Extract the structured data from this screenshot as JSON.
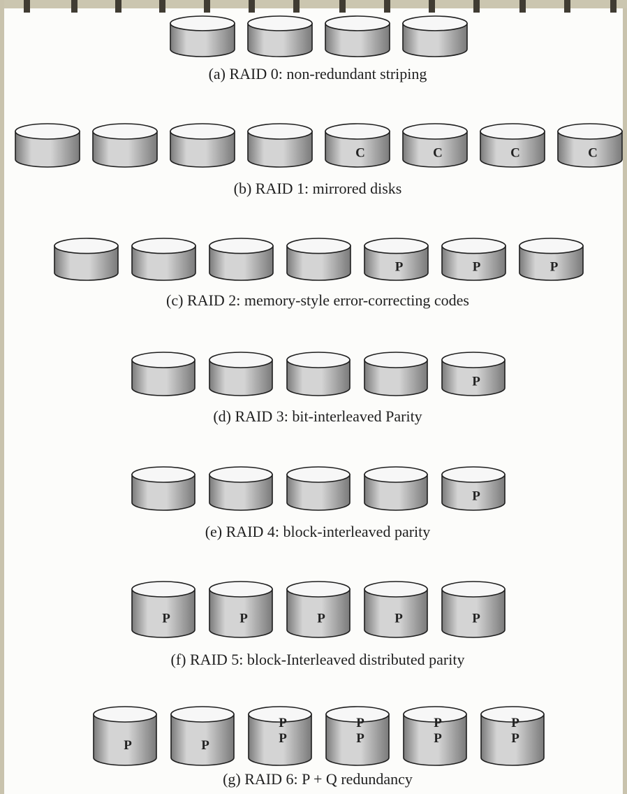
{
  "diagram": {
    "title": "",
    "levels": [
      {
        "caption": "(a) RAID 0: non-redundant striping",
        "disks": [
          {
            "marks": []
          },
          {
            "marks": []
          },
          {
            "marks": []
          },
          {
            "marks": []
          }
        ]
      },
      {
        "caption": "(b) RAID 1: mirrored disks",
        "disks": [
          {
            "marks": []
          },
          {
            "marks": []
          },
          {
            "marks": []
          },
          {
            "marks": []
          },
          {
            "marks": [
              "C"
            ]
          },
          {
            "marks": [
              "C"
            ]
          },
          {
            "marks": [
              "C"
            ]
          },
          {
            "marks": [
              "C"
            ]
          }
        ]
      },
      {
        "caption": "(c) RAID 2: memory-style error-correcting codes",
        "disks": [
          {
            "marks": []
          },
          {
            "marks": []
          },
          {
            "marks": []
          },
          {
            "marks": []
          },
          {
            "marks": [
              "P"
            ]
          },
          {
            "marks": [
              "P"
            ]
          },
          {
            "marks": [
              "P"
            ]
          }
        ]
      },
      {
        "caption": "(d) RAID 3: bit-interleaved Parity",
        "disks": [
          {
            "marks": []
          },
          {
            "marks": []
          },
          {
            "marks": []
          },
          {
            "marks": []
          },
          {
            "marks": [
              "P"
            ]
          }
        ]
      },
      {
        "caption": "(e) RAID 4: block-interleaved parity",
        "disks": [
          {
            "marks": []
          },
          {
            "marks": []
          },
          {
            "marks": []
          },
          {
            "marks": []
          },
          {
            "marks": [
              "P"
            ]
          }
        ]
      },
      {
        "caption": "(f) RAID 5: block-Interleaved distributed parity",
        "disks": [
          {
            "marks": [
              "P"
            ]
          },
          {
            "marks": [
              "P"
            ]
          },
          {
            "marks": [
              "P"
            ]
          },
          {
            "marks": [
              "P"
            ]
          },
          {
            "marks": [
              "P"
            ]
          }
        ]
      },
      {
        "caption": "(g) RAID 6: P + Q redundancy",
        "disks": [
          {
            "marks": [
              "P"
            ]
          },
          {
            "marks": [
              "P"
            ]
          },
          {
            "marks": [
              "P",
              "P"
            ]
          },
          {
            "marks": [
              "P",
              "P"
            ]
          },
          {
            "marks": [
              "P",
              "P"
            ]
          },
          {
            "marks": [
              "P",
              "P"
            ]
          }
        ]
      }
    ]
  },
  "colors": {
    "disk_top": "#f7f7f7",
    "disk_body_dark": "#7a7a7a",
    "disk_body_light": "#d4d4d4",
    "disk_outline": "#1e1e1e",
    "caption_text": "#1f1f1f"
  }
}
